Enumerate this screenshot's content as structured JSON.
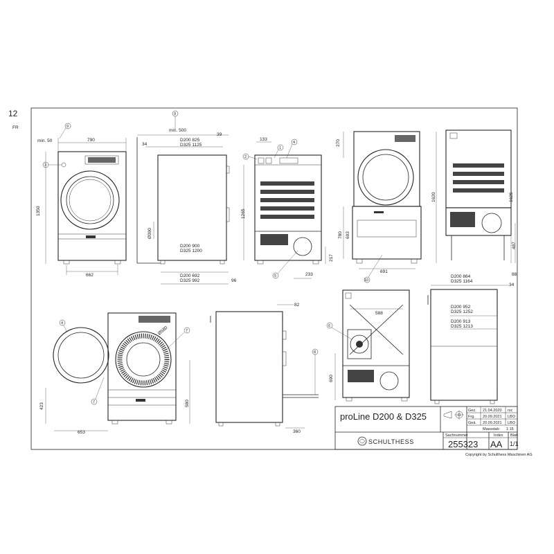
{
  "page": {
    "number": "12",
    "lang": "FR"
  },
  "title_block": {
    "product": "proLine D200 & D325",
    "rows": [
      {
        "label": "Gez.",
        "date": "21.04.2020",
        "who": "rsc"
      },
      {
        "label": "Frg.",
        "date": "20.09.2021",
        "who": "LBO"
      },
      {
        "label": "Geä.",
        "date": "20.09.2021",
        "who": "LBO"
      }
    ],
    "scale_label": "Massstab:",
    "scale": "1:15",
    "part_label": "Sachnummer",
    "part": "255323",
    "index_label": "Index",
    "index": "AA",
    "sheet_label": "Blatt",
    "sheet": "1/1",
    "brand": "SCHULTHESS",
    "copyright": "Copyright by Schulthess Maschinen AG"
  },
  "callouts": [
    "1",
    "2",
    "3",
    "4",
    "5",
    "6",
    "7",
    "8",
    "9",
    "10"
  ],
  "dims": {
    "front": {
      "min": "min. 50",
      "width": "790",
      "height": "1350",
      "base": "662"
    },
    "side": {
      "min": "min. 500",
      "top_gap": "34",
      "right_gap": "39",
      "d200_top": "D200   825",
      "d325_top": "D325  1125",
      "d200_mid": "D200   900",
      "d325_mid": "D325  1200",
      "d200_bot": "D200   692",
      "d325_bot": "D325   992",
      "dia": "Ø300",
      "back": "96"
    },
    "rear": {
      "a": "133",
      "h": "1265",
      "h2": "217",
      "b": "233"
    },
    "front2": {
      "top": "270",
      "h1": "1620",
      "h2": "780",
      "h3": "693",
      "w": "691"
    },
    "side2": {
      "h": "1625",
      "h2": "487"
    },
    "open": {
      "h": "423",
      "h2": "580",
      "w": "653",
      "dia": "Ø580"
    },
    "side3": {
      "a": "82",
      "b": "360"
    },
    "rear2": {
      "w": "588",
      "h": "690"
    },
    "side4": {
      "a": "88",
      "b": "34",
      "d200_a": "D200   864",
      "d325_a": "D325  1164",
      "d200_b": "D200   952",
      "d325_b": "D325  1252",
      "d200_c": "D200   913",
      "d325_c": "D325  1213"
    }
  }
}
